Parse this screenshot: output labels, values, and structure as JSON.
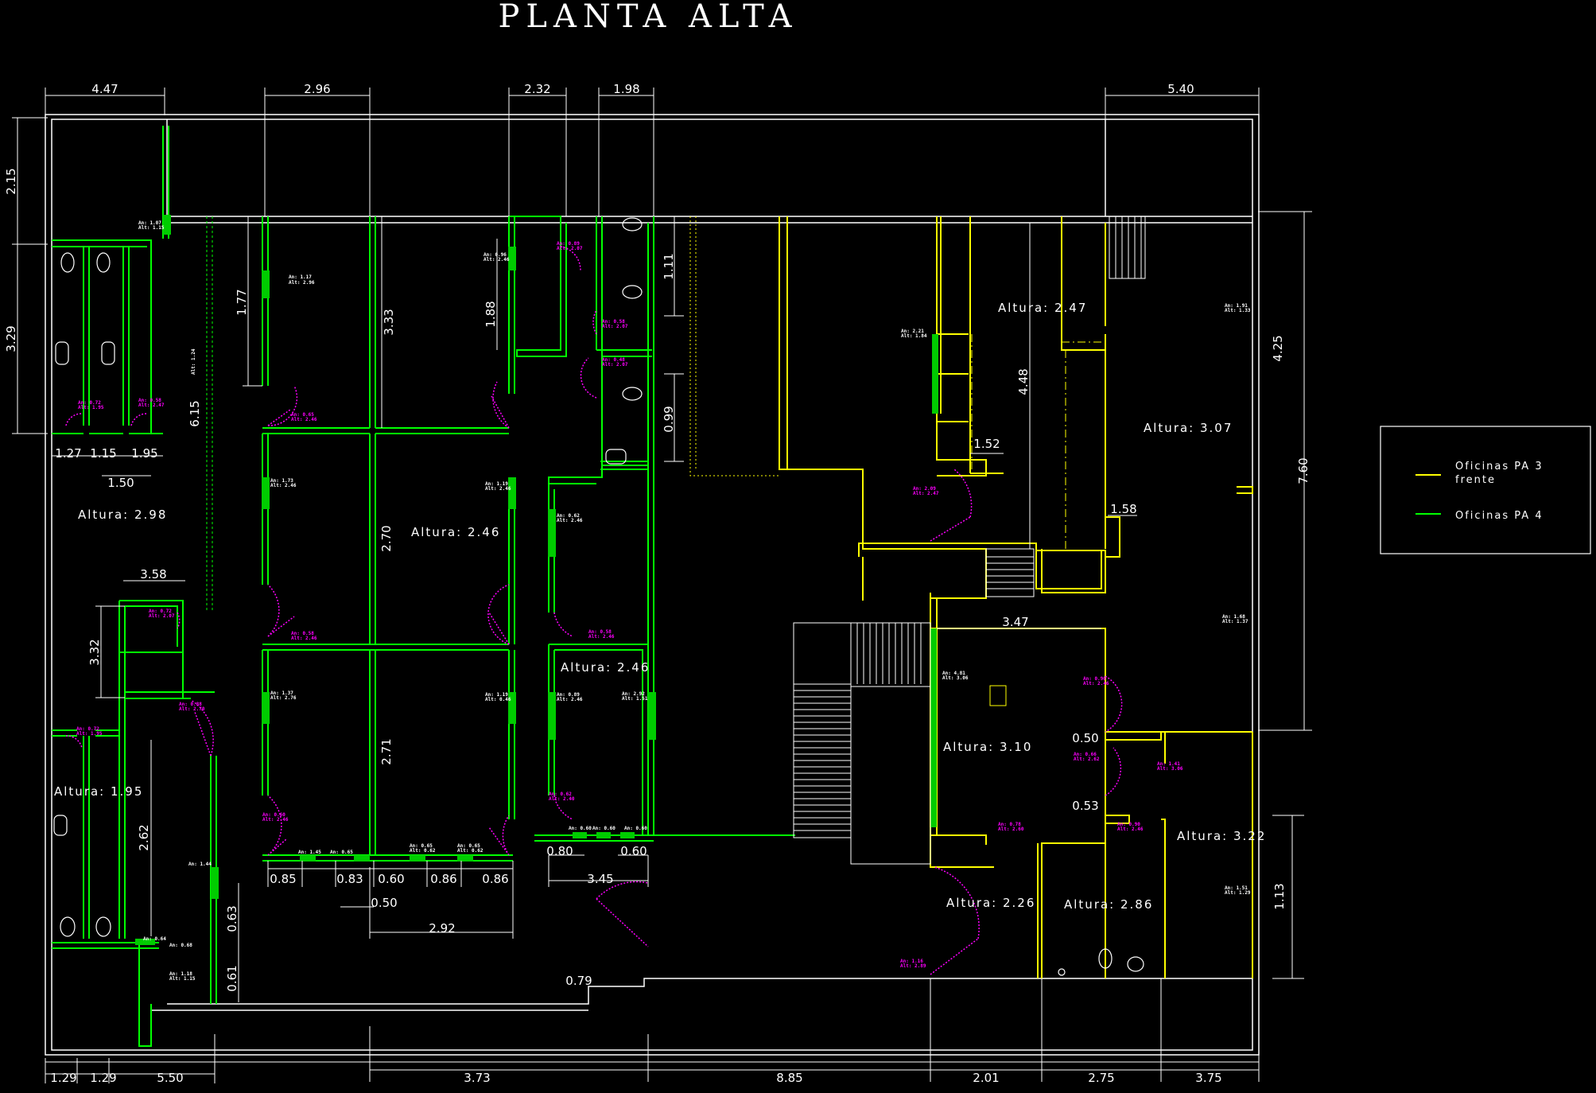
{
  "title": "PLANTA ALTA",
  "colors": {
    "background": "#000000",
    "outline": "#ffffff",
    "pa3": "#ffff00",
    "pa4": "#00ff00",
    "doors": "#ff00ff",
    "dims": "#ffffff"
  },
  "legend": {
    "pa3_line1": "Oficinas PA 3",
    "pa3_line2": "frente",
    "pa4": "Oficinas PA 4"
  },
  "dims_top": [
    "4.47",
    "2.96",
    "2.32",
    "1.98",
    "5.40"
  ],
  "dims_bottom": [
    "1.29",
    "1.29",
    "5.50",
    "3.73",
    "8.85",
    "2.01",
    "2.75",
    "3.75"
  ],
  "dims_left": [
    "2.15",
    "3.29",
    "3.32"
  ],
  "dims_right": [
    "4.25",
    "7.60",
    "1.13"
  ],
  "dims_inner": [
    "1.77",
    "3.33",
    "1.88",
    "1.11",
    "6.15",
    "2.70",
    "2.71",
    "0.99",
    "4.48",
    "3.47",
    "1.52",
    "1.58",
    "2.62",
    "0.63",
    "0.61",
    "3.58",
    "1.27",
    "1.15",
    "1.95",
    "1.50",
    "0.85",
    "0.83",
    "0.60",
    "0.86",
    "0.86",
    "0.50",
    "2.92",
    "0.80",
    "0.60",
    "3.45",
    "0.79",
    "0.50",
    "0.53"
  ],
  "rooms": [
    "Altura: 2.98",
    "Altura: 2.46",
    "Altura: 2.46",
    "Altura: 2.47",
    "Altura: 3.07",
    "Altura: 3.10",
    "Altura: 1.95",
    "Altura: 2.26",
    "Altura: 2.86",
    "Altura: 3.22"
  ]
}
